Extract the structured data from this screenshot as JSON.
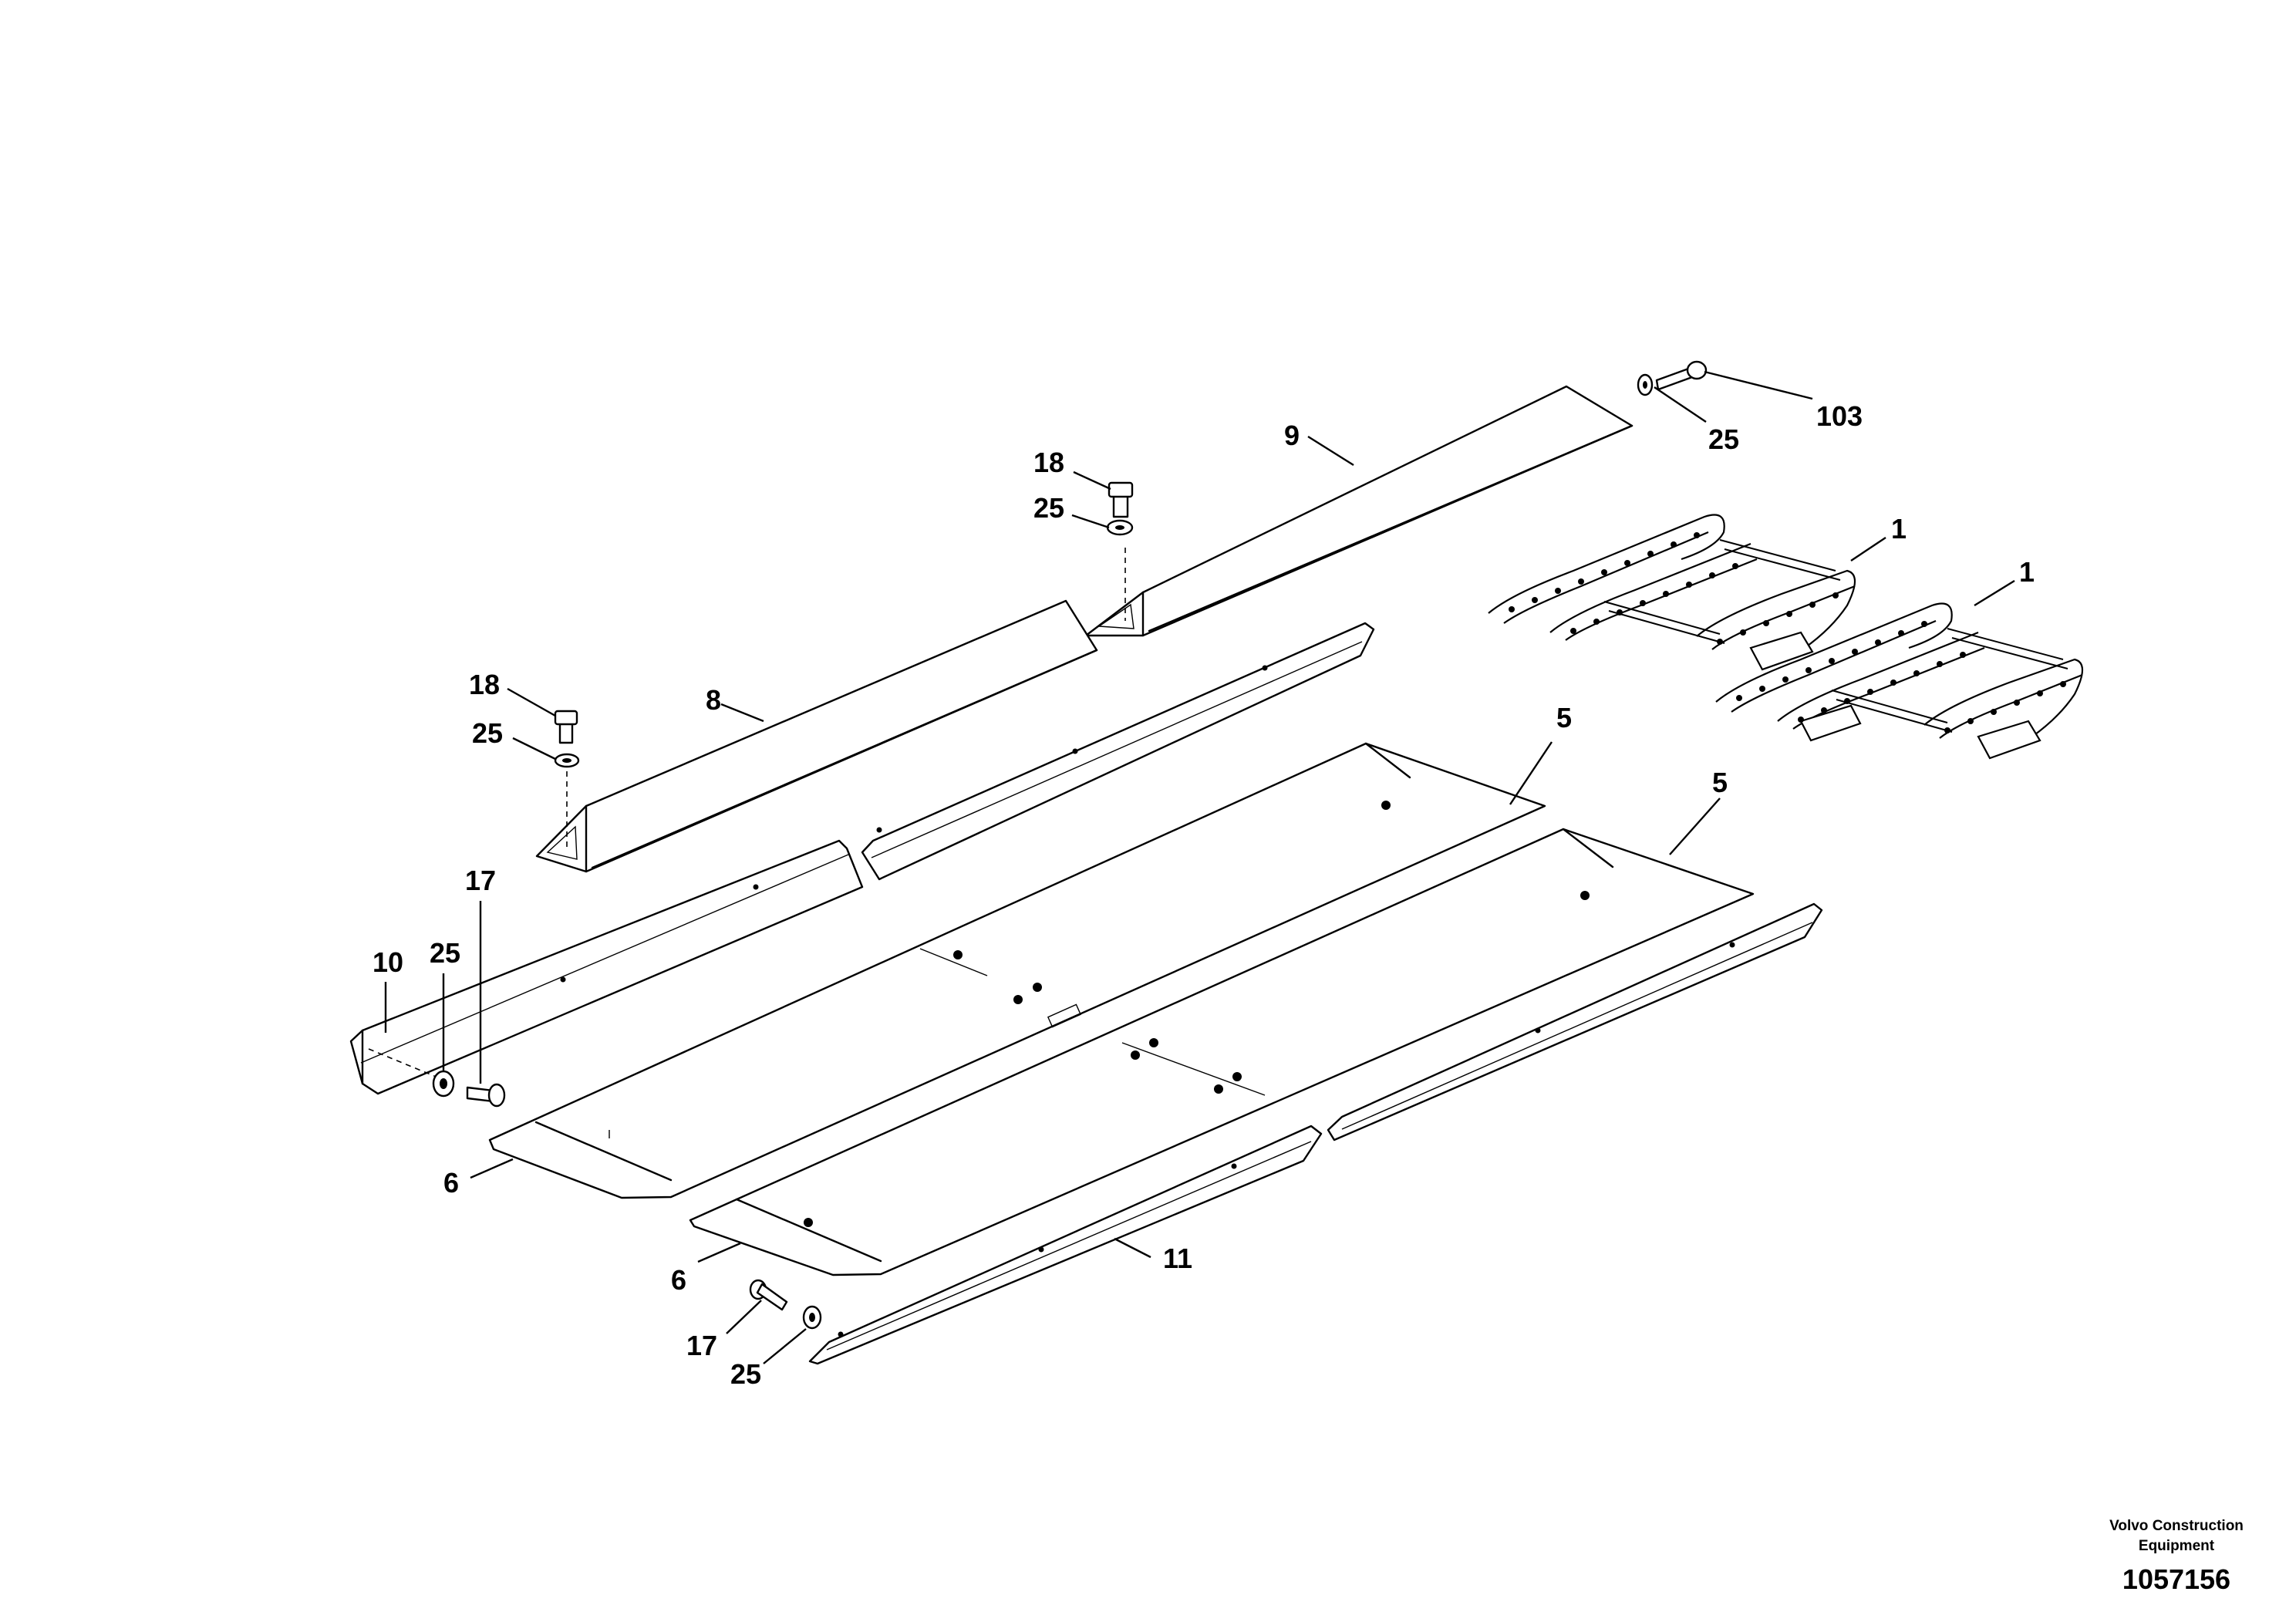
{
  "callouts": {
    "c103": "103",
    "c25_top_right": "25",
    "c9": "9",
    "c18_upper": "18",
    "c25_upper": "25",
    "c1_a": "1",
    "c1_b": "1",
    "c18_lower": "18",
    "c8": "8",
    "c25_lower": "25",
    "c5_a": "5",
    "c5_b": "5",
    "c17_left": "17",
    "c25_left": "25",
    "c10": "10",
    "c6_a": "6",
    "c6_b": "6",
    "c11": "11",
    "c17_bottom": "17",
    "c25_bottom": "25"
  },
  "footer": {
    "maker_line1": "Volvo Construction",
    "maker_line2": "Equipment",
    "figure_number": "1057156"
  }
}
